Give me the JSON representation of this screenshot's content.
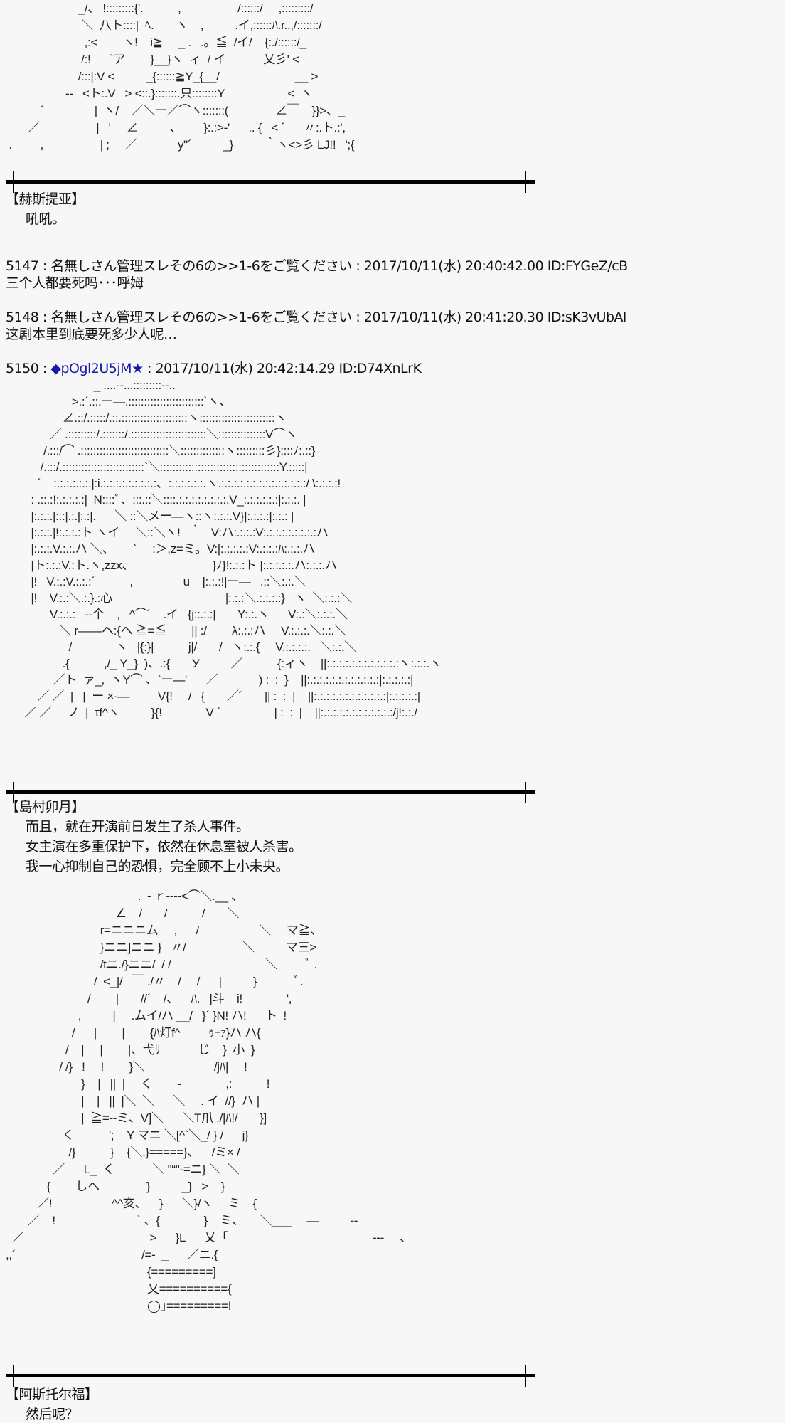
{
  "posts": [
    {
      "art": "                       _/、 !:::::::::{'.           ,                  /::::::/     ,:::::::::/\n                        ＼  八ト::::|  ﾍ.       ヽ    ,          .イ,::::::ﾊ.r..,/:::::::/\n                         ,:<        ヽ!    i≧     _ .   .。≦  /イ/    {:./::::::/_\n                        /:!      `ア        }__}ヽ  ィ  / イ            乂彡' <\n                       /:::|:V <          _{::::::≧Y_{__/                        __ >\n                   --   <ト:.V   > <::.}:::::::.只::::::::Y                    <  ヽ\n           ´                |  ヽ/    ／＼ー／⌒ヽ:::::::(               ∠￣    }}>、_\n       ／                  |   '     ∠          、       }:.:>-'      .. {   < ´      〃:.ト.:',\n .         ,                  | ;     ／             y\"´          _}          ｀ヽ<>彡 LJ!!   ';{",
      "speaker": "【赫斯提亚】",
      "lines": [
        "吼吼。"
      ]
    }
  ],
  "replies": [
    {
      "header": "5147 : 名無しさん管理スレその6の>>1-6をご覧ください : 2017/10/11(水) 20:40:42.00 ID:FYGeZ/cB",
      "body": "三个人都要死吗･･･呼姆"
    },
    {
      "header": "5148 : 名無しさん管理スレその6の>>1-6をご覧ください : 2017/10/11(水) 20:41:20.30 ID:sK3vUbAl",
      "body": "这剧本里到底要死多少人呢…"
    }
  ],
  "author_post": {
    "number": "5150 : ",
    "trip": "◆pOgl2U5jM★",
    "meta": " : 2017/10/11(水) 20:42:14.29 ID:D74XnLrK",
    "art": "                            _ ....-‐...:::::::::--..\n                     >.:´.::.ー―.::::::::::::::::::::::::`ヽ、\n                  ∠.::/.:::::/.::.:::::::::::::::::::::ヽ::::::::::::::::::::::::ヽ\n              ／ .:::::::::/.:::::::/.::::::::::::::::::::::::＼:::::::::::::::V⌒ヽ\n            /.:::/⌒ .::::::::::::::::::::::::::::＼::::::::::::::ヽ:::::::::彡}::::ﾉ:.::}\n           /.:::/.::::::::::::::::::::::::::`＼::::::::::::::::::::::::::::::::::::::Y.:::::|\n          ´    :.:.:.:.:.:.|:i.:.:.:.:.:.:.:.:.:、:.:.:.:.:.:.ヽ.:.:.:.:.:.:.:.:.:.:.:.:.:.:/ \\:.:.:.:!\n        : .::.:!:.:.:.:.:|  N::::ﾞ、:::.::＼::::.:.:.:.:.:.:.:.:.V_:.:.:.:.:.:|:.:.:. |\n        |:.:.:.|:.:|.:.|:.:|.      ＼ ::＼メー―ヽ::ヽ:.:.:.V}|:.:.:.:|:.:.: |\n        |:.:.:.|!:.:.:.:ト ヽイ     ＼::＼ヽ!   ｀   V:ハ:.:.:.:V:.:.:.:.:.:.:.:.:ハ\n        |:.:.:.V.:.:.ハ ＼、      `     :＞,z=ミ。V:|:.:.:.:.:V:.:.:.:ﾊ:.:.:.ハ\n        |ト:.:.:V.:ト.ヽ,zzx、                         }ﾉ}!:.:.:ト |:.:.:.:.:.ハ:.:.:.ハ\n        |!   V.:.:V.:.:.:´           ,                u    |:.:.:!|ー―   .;:＼:.:.＼\n        |!    V.:.:＼.:.}.:心                                    |:.:.:＼.:.:.:.:}   ヽ  ＼:.:.:＼\n              V.:.:.:   --个    ,   ^⌒´    .イ   {j::.:.:|       Y:.:.ヽ      V:.:＼:.:.:.＼\n                 ＼ r――ヘ:{ヘ ≧=≦        || :/        λ:.:.:ハ     V.:.:.:.＼:.:.＼\n                    /              ヽ   |{:}|           j|/       /   ヽ:.:.{     V.:.:.:.:.   ＼:.:.＼\n                  .{           ,/_ Y_}  )、.:{       У          ／           {:ィヽ    ||:.:.:.:.:.:.:.:.:.:.:.:ヽ:.:.:.ヽ\n               ／ト  ァ_,  ヽY⌒ 、`ー―'      ／             ) :  :  }    ||:.:.:.:.:.:.:.:.:.:.:.:|:.:.:.:.:|\n          ／ ／  |   |  ー ×-―         V{!     /   {       ／´       || :  :  |    ||:.:.:.:.:.:.:.:.:.:.:.:|:.:.:.:.:|\n      ／ ／     ノ  |  τf^ヽ          }{!              V ´                 | :  :  |    ||:.:.:.:.:.:.:.:.:.:.:.:/j!:.:./",
    "speaker": "【島村卯月】",
    "lines": [
      "而且，就在开演前日发生了杀人事件。",
      "女主演在多重保护下，依然在休息室被人杀害。",
      "我一心抑制自己的恐惧，完全顾不上小未央。"
    ]
  },
  "art3": "                                          .  - ｒ----<⌒＼.__ 、\n                                   ∠    /       /           /       ＼\n                              r=ニニニム     ,      /                   ＼     マ≧、\n                              }ニニ]ニニ }   〃/                  ＼          マ三>\n                              /tニ./}ニニ/  / /                              ＼         ﾞ .\n                            /  <_|/   ￣ ./〃    /     /      |          }            ﾞ.\n                          /        |       //´    /、    ﾊ.   |斗    i!              ',\n                       ,          |     .ムイ/ハ __/   }´ }N! ハ!      ト  !\n                     /      |        |        {ﾊ灯f^         ｩｰｧ}ハ ハ{\n                   /    |     |        |、弋ﾘ            じ    }  小  }\n                 / /}   !     !        }＼                      /jﾊ|     !\n                        }    |   ||  |     く        -              ,:           !\n                        |    |   ||  |＼  ＼      ＼     . イ  //}  ハ |\n                        |  ≧=--ミ、V]＼      ＼T爪 ./|ﾊ!/       }]\n                  く           ';    Y マニ ＼[^`＼_/ } /      j}\n                    /}           }    {＼.}=====}、    /ミ× /\n               ／      L_  く            ＼ \"“\"-=ニ} ＼  ＼\n             {        しへ               }          _}   >    }\n          ／!                   ^^亥、    }      ＼}/ヽ     ミ    {\n       ／    !                          ` 、{              }    ミ、     ＼___     ―          -‐\n  ／                                        >      }L      乂「                                              ---     、\n,,´                                        /=-  _      ／ニ.{\n                                             {=========]\n                                             乂=========={\n                                             ◯｣=========!",
  "final": {
    "speaker": "【阿斯托尔福】",
    "lines": [
      "然后呢？"
    ]
  }
}
